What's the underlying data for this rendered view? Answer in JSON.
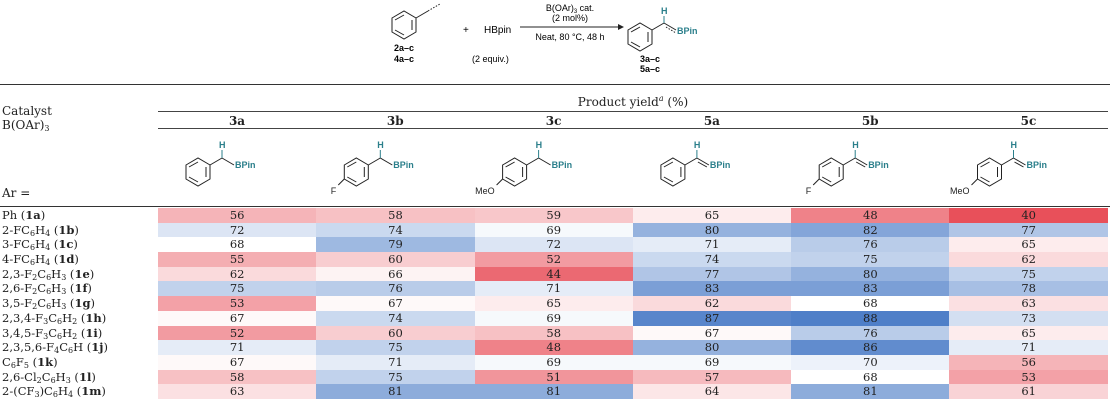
{
  "scheme": {
    "reactant": "2a–c",
    "reactant2": "4a–c",
    "plus": "+",
    "reagent": "HBpin",
    "reagent_equiv": "(2 equiv.)",
    "catalyst_line1": "B(OAr)",
    "catalyst_sub": "3",
    "catalyst_line1_tail": " cat.",
    "catalyst_line2": "(2 mol%)",
    "conditions": "Neat, 80 °C, 48 h",
    "product": "3a–c",
    "product2": "5a–c",
    "h_label": "H",
    "bpin_label": "BPin"
  },
  "table": {
    "catalyst_header_line1": "Catalyst",
    "catalyst_header_line2": "B(OAr)",
    "catalyst_header_sub": "3",
    "ar_label": "Ar =",
    "product_yield_label": "Product yield",
    "product_yield_sup": "a",
    "product_yield_unit": " (%)",
    "columns": [
      "3a",
      "3b",
      "3c",
      "5a",
      "5b",
      "5c"
    ],
    "structure_substituents": [
      "",
      "F",
      "MeO",
      "",
      "F",
      "MeO"
    ],
    "rows": [
      {
        "label": "Ph (1a)",
        "values": [
          56,
          58,
          59,
          65,
          48,
          40
        ]
      },
      {
        "label": "2-FC6H4 (1b)",
        "values": [
          72,
          74,
          69,
          80,
          82,
          77
        ]
      },
      {
        "label": "3-FC6H4 (1c)",
        "values": [
          68,
          79,
          72,
          71,
          76,
          65
        ]
      },
      {
        "label": "4-FC6H4 (1d)",
        "values": [
          55,
          60,
          52,
          74,
          75,
          62
        ]
      },
      {
        "label": "2,3-F2C6H3 (1e)",
        "values": [
          62,
          66,
          44,
          77,
          80,
          75
        ]
      },
      {
        "label": "2,6-F2C6H3 (1f)",
        "values": [
          75,
          76,
          71,
          83,
          83,
          78
        ]
      },
      {
        "label": "3,5-F2C6H3 (1g)",
        "values": [
          53,
          67,
          65,
          62,
          68,
          63
        ]
      },
      {
        "label": "2,3,4-F3C6H2 (1h)",
        "values": [
          67,
          74,
          69,
          87,
          88,
          73
        ]
      },
      {
        "label": "3,4,5-F3C6H2 (1i)",
        "values": [
          52,
          60,
          58,
          67,
          76,
          65
        ]
      },
      {
        "label": "2,3,5,6-F4C6H (1j)",
        "values": [
          71,
          75,
          48,
          80,
          86,
          71
        ]
      },
      {
        "label": "C6F5 (1k)",
        "values": [
          67,
          71,
          69,
          69,
          70,
          56
        ]
      },
      {
        "label": "2,6-Cl2C6H3 (1l)",
        "values": [
          58,
          75,
          51,
          57,
          68,
          53
        ]
      },
      {
        "label": "2-(CF3)C6H4 (1m)",
        "values": [
          63,
          81,
          81,
          64,
          81,
          61
        ]
      }
    ],
    "colors": {
      "low": "#e8505a",
      "mid": "#ffffff",
      "high": "#4f7fc8"
    }
  }
}
